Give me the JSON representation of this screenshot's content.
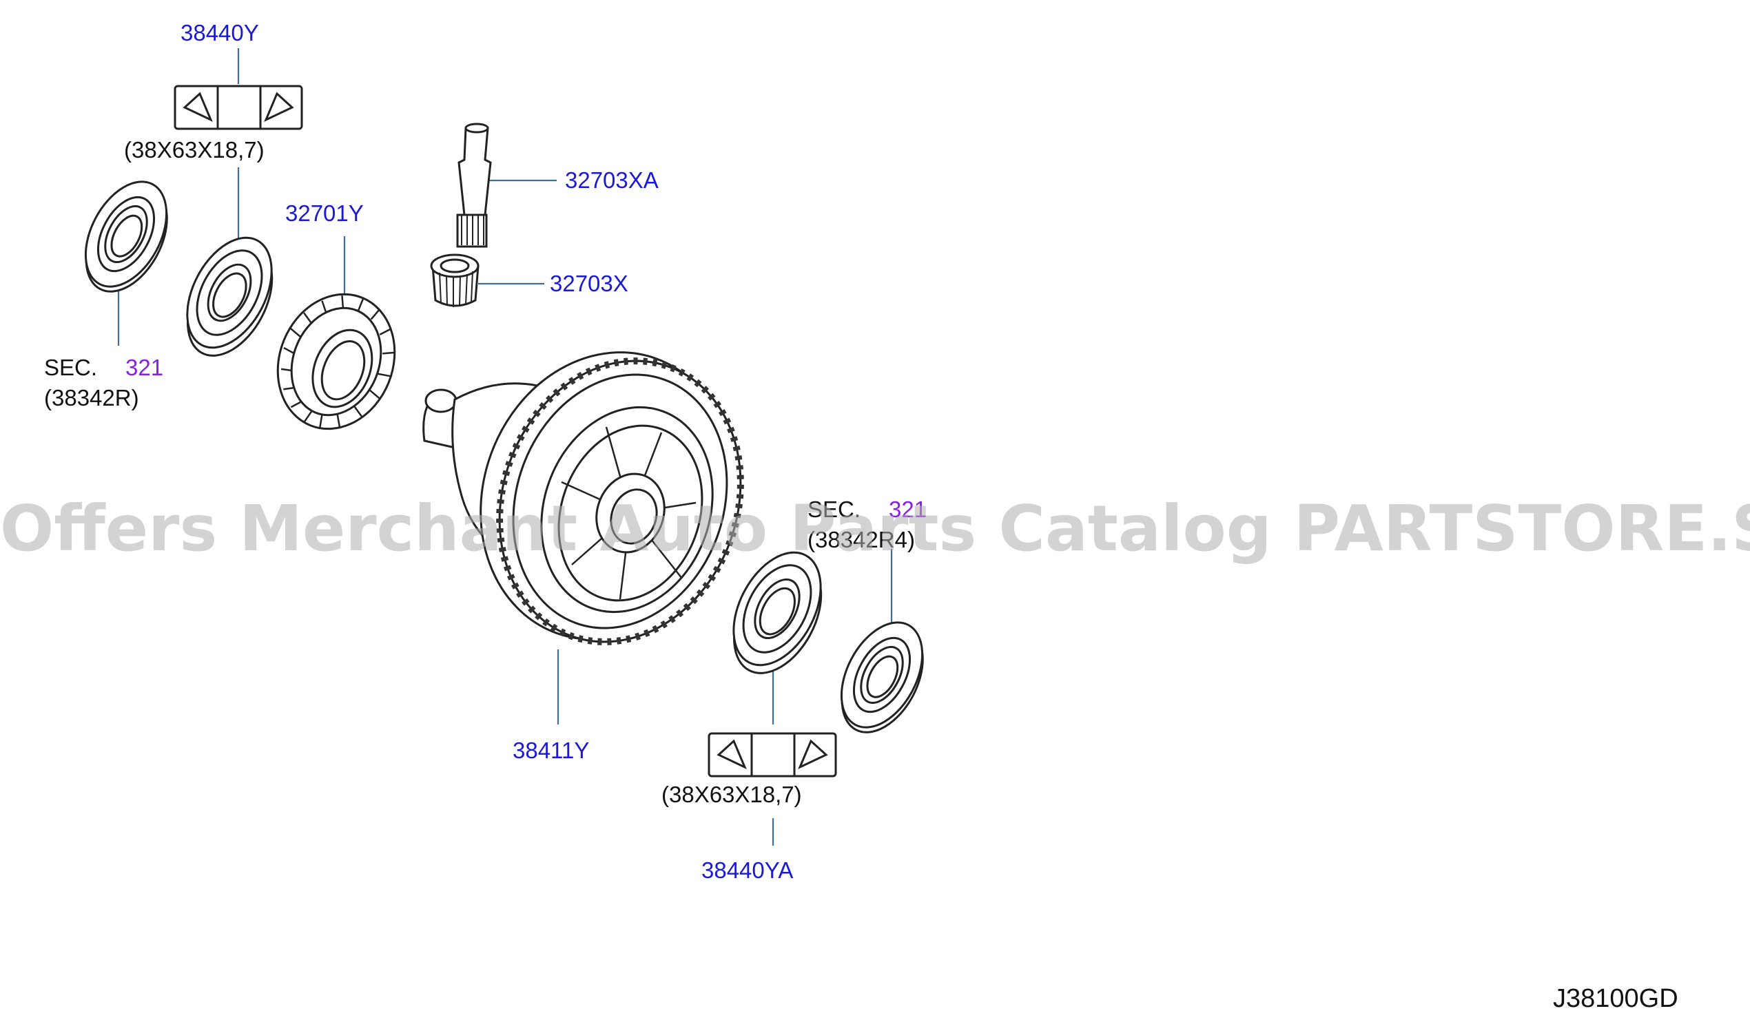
{
  "diagram_code": "J38100GD",
  "watermark": "Offers Merchant Auto Parts Catalog PARTSTORE.SA",
  "colors": {
    "part_link": "#1a1ad6",
    "section_link": "#8a1ee6",
    "line_art": "#222222",
    "leader": "#3a6ea5",
    "watermark": "#afafaf"
  },
  "labels": {
    "p38440Y": "38440Y",
    "p38440Y_spec": "(38X63X18,7)",
    "p32703XA": "32703XA",
    "p32701Y": "32701Y",
    "p32703X": "32703X",
    "sec_left": "SEC.",
    "sec_left_num": "321",
    "sec_left_ref": "(38342R)",
    "sec_right": "SEC.",
    "sec_right_num": "321",
    "sec_right_ref": "(38342R4)",
    "p38411Y": "38411Y",
    "p38440YA_spec": "(38X63X18,7)",
    "p38440YA": "38440YA"
  }
}
